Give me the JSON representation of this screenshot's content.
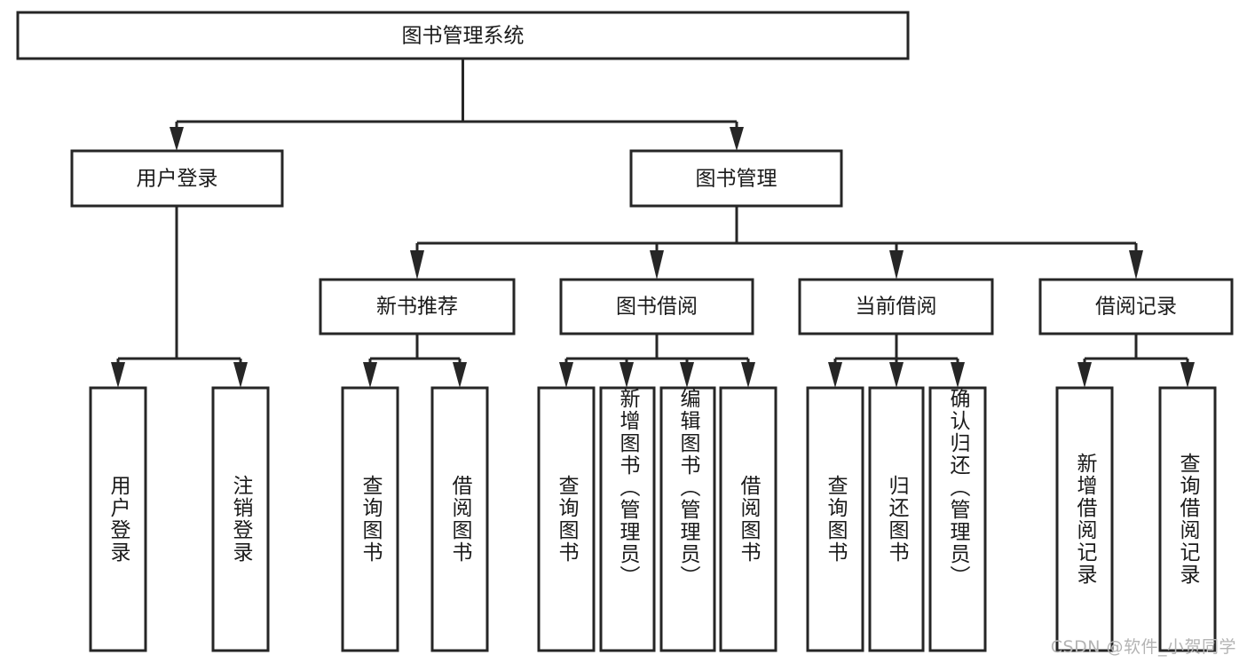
{
  "diagram": {
    "type": "tree",
    "title": "图书管理系统",
    "watermark": "CSDN @软件_小贺同学",
    "colors": {
      "stroke": "#262626",
      "fill": "#ffffff",
      "text": "#1a1a1a",
      "watermark": "#b4b4b4",
      "background": "#ffffff"
    },
    "root": {
      "label": "图书管理系统"
    },
    "level2": [
      {
        "id": "user-login",
        "label": "用户登录"
      },
      {
        "id": "book-management",
        "label": "图书管理"
      }
    ],
    "level3": [
      {
        "id": "new-book-recommend",
        "label": "新书推荐",
        "parent": "book-management"
      },
      {
        "id": "book-borrow",
        "label": "图书借阅",
        "parent": "book-management"
      },
      {
        "id": "current-borrow",
        "label": "当前借阅",
        "parent": "book-management"
      },
      {
        "id": "borrow-record",
        "label": "借阅记录",
        "parent": "book-management"
      }
    ],
    "leaves": {
      "user-login": [
        {
          "id": "leaf-user-login",
          "label": "用户登录"
        },
        {
          "id": "leaf-user-logout",
          "label": "注销登录"
        }
      ],
      "new-book-recommend": [
        {
          "id": "leaf-query-book-1",
          "label": "查询图书"
        },
        {
          "id": "leaf-borrow-book-1",
          "label": "借阅图书"
        }
      ],
      "book-borrow": [
        {
          "id": "leaf-query-book-2",
          "label": "查询图书"
        },
        {
          "id": "leaf-add-book",
          "label": "新增图书（管理员）"
        },
        {
          "id": "leaf-edit-book",
          "label": "编辑图书（管理员）"
        },
        {
          "id": "leaf-borrow-book-2",
          "label": "借阅图书"
        }
      ],
      "current-borrow": [
        {
          "id": "leaf-query-book-3",
          "label": "查询图书"
        },
        {
          "id": "leaf-return-book",
          "label": "归还图书"
        },
        {
          "id": "leaf-confirm-return",
          "label": "确认归还（管理员）"
        }
      ],
      "borrow-record": [
        {
          "id": "leaf-add-record",
          "label": "新增借阅记录"
        },
        {
          "id": "leaf-query-record",
          "label": "查询借阅记录"
        }
      ]
    }
  }
}
